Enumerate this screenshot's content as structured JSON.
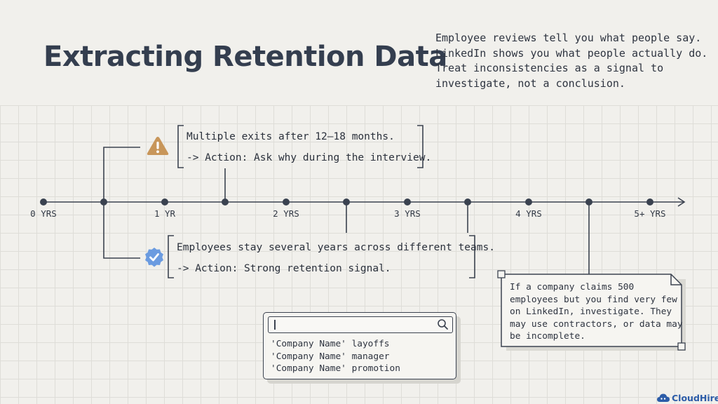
{
  "title": "Extracting Retention Data",
  "intro": [
    "Employee reviews tell you what people say.",
    "LinkedIn shows you what people actually do.",
    "Treat inconsistencies as a signal to",
    "investigate, not a conclusion."
  ],
  "timeline": {
    "labels": [
      "0 YRS",
      "1 YR",
      "2 YRS",
      "3 YRS",
      "4 YRS",
      "5+ YRS"
    ]
  },
  "warning_note": {
    "icon": "warning-icon",
    "accent": "#c8965a",
    "lines": [
      "Multiple exits after 12–18 months.",
      "-> Action: Ask why during the interview."
    ]
  },
  "positive_note": {
    "icon": "verified-check-icon",
    "accent": "#6b9be0",
    "lines": [
      "Employees stay several years across different teams.",
      "-> Action: Strong retention signal."
    ]
  },
  "search": {
    "icon": "search-icon",
    "queries": [
      "'Company Name' layoffs",
      "'Company Name' manager",
      "'Company Name' promotion"
    ]
  },
  "callout": {
    "lines": [
      "If a company claims 500",
      "employees but you find very few",
      "on LinkedIn, investigate. They",
      "may use contractors, or data may",
      "be incomplete."
    ]
  },
  "brand": {
    "name": "CloudHire",
    "color": "#2c5ca8"
  }
}
